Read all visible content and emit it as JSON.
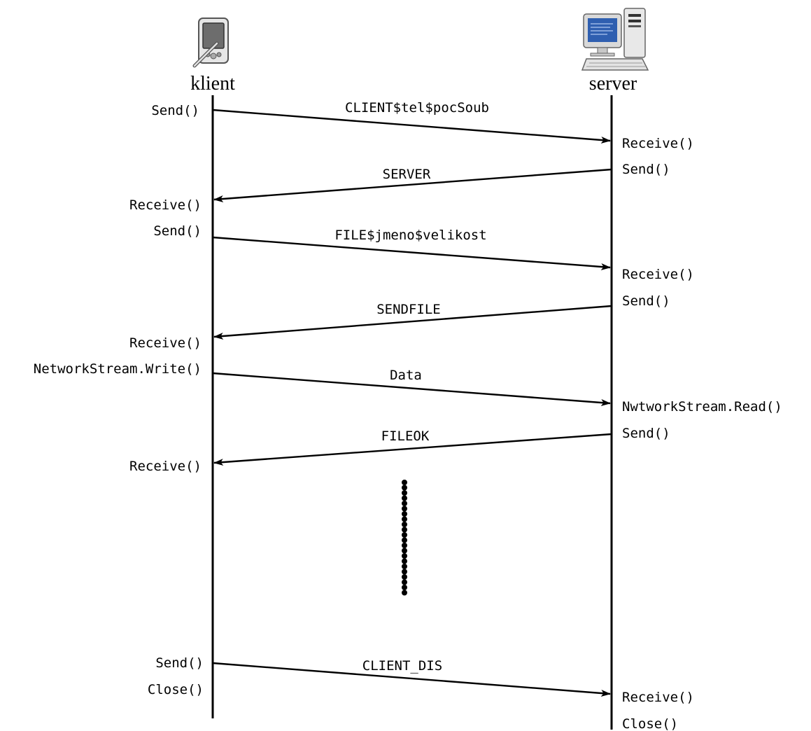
{
  "actors": {
    "client": {
      "name": "klient",
      "icon": "pda-icon"
    },
    "server": {
      "name": "server",
      "icon": "desktop-computer-icon"
    }
  },
  "messages": [
    {
      "label": "CLIENT$tel$pocSoub",
      "direction": "client-to-server"
    },
    {
      "label": "SERVER",
      "direction": "server-to-client"
    },
    {
      "label": "FILE$jmeno$velikost",
      "direction": "client-to-server"
    },
    {
      "label": "SENDFILE",
      "direction": "server-to-client"
    },
    {
      "label": "Data",
      "direction": "client-to-server"
    },
    {
      "label": "FILEOK",
      "direction": "server-to-client"
    },
    {
      "label": "CLIENT_DIS",
      "direction": "client-to-server"
    }
  ],
  "client_calls": [
    "Send()",
    "Receive()",
    "Send()",
    "Receive()",
    "NetworkStream.Write()",
    "Receive()",
    "Send()",
    "Close()"
  ],
  "server_calls": [
    "Receive()",
    "Send()",
    "Receive()",
    "Send()",
    "NwtworkStream.Read()",
    "Send()",
    "Receive()",
    "Close()"
  ],
  "continuation_marker": "dotted-vertical-ellipsis",
  "colors": {
    "ink": "#000000",
    "background": "#ffffff",
    "screen_blue": "#2f5fb0"
  }
}
